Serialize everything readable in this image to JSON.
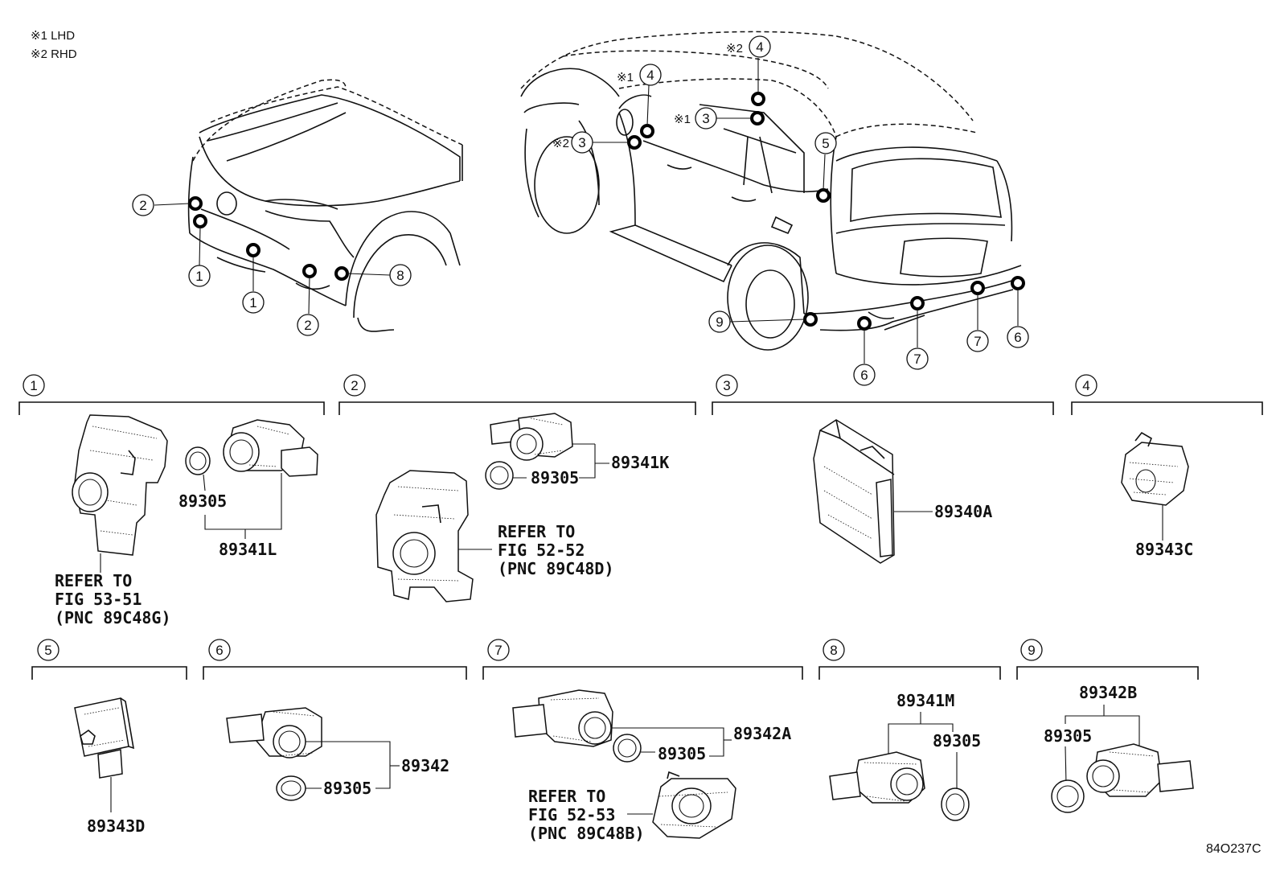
{
  "legend": {
    "lhd": "※1 LHD",
    "rhd": "※2 RHD"
  },
  "markers": {
    "lhd": "※1",
    "rhd": "※2"
  },
  "callouts": {
    "n1": "1",
    "n2": "2",
    "n3": "3",
    "n4": "4",
    "n5": "5",
    "n6": "6",
    "n7": "7",
    "n8": "8",
    "n9": "9"
  },
  "panels": {
    "p1": {
      "ring": "89305",
      "sensor": "89341L",
      "refer": [
        "REFER TO",
        "FIG 53-51",
        "(PNC 89C48G)"
      ]
    },
    "p2": {
      "sensor": "89341K",
      "ring": "89305",
      "refer": [
        "REFER TO",
        "FIG 52-52",
        "(PNC 89C48D)"
      ]
    },
    "p3": {
      "ecu": "89340A"
    },
    "p4": {
      "part": "89343C"
    },
    "p5": {
      "part": "89343D"
    },
    "p6": {
      "sensor": "89342",
      "ring": "89305"
    },
    "p7": {
      "sensor": "89342A",
      "ring": "89305",
      "refer": [
        "REFER TO",
        "FIG 52-53",
        "(PNC 89C48B)"
      ]
    },
    "p8": {
      "sensor": "89341M",
      "ring": "89305"
    },
    "p9": {
      "sensor": "89342B",
      "ring": "89305"
    }
  },
  "figure_code": "84O237C"
}
